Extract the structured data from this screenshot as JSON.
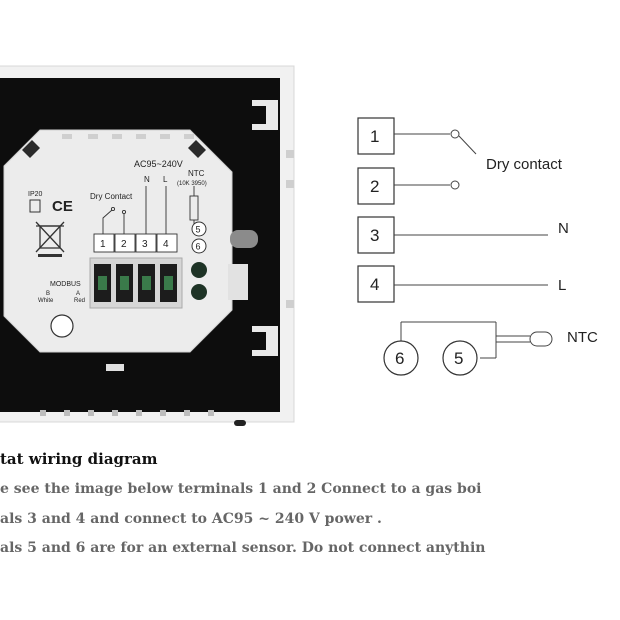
{
  "device": {
    "voltage_label": "AC95~240V",
    "ntc_label": "NTC",
    "ntc_spec": "(10K 3950)",
    "ip_label": "IP20",
    "ce_label": "CE",
    "dry_contact_label": "Dry Contact",
    "terminal_numbers": [
      "1",
      "2",
      "3",
      "4"
    ],
    "n_label": "N",
    "l_label": "L",
    "ntc_terminals": [
      "5",
      "6"
    ],
    "modbus_label": "MODBUS",
    "modbus_b": "B",
    "modbus_a": "A",
    "modbus_white": "White",
    "modbus_red": "Red"
  },
  "diagram": {
    "terminals": [
      "1",
      "2",
      "3",
      "4"
    ],
    "dry_contact_label": "Dry contact",
    "n_label": "N",
    "l_label": "L",
    "ntc_label": "NTC",
    "ntc_terminals": [
      "6",
      "5"
    ]
  },
  "description": {
    "heading": "tat wiring diagram",
    "lines": [
      "e see the image below terminals 1 and 2 Connect to a gas boi",
      "als 3 and 4 and connect to AC95 ~ 240 V power .",
      "als 5 and 6 are for an external sensor. Do not connect anythin"
    ]
  }
}
